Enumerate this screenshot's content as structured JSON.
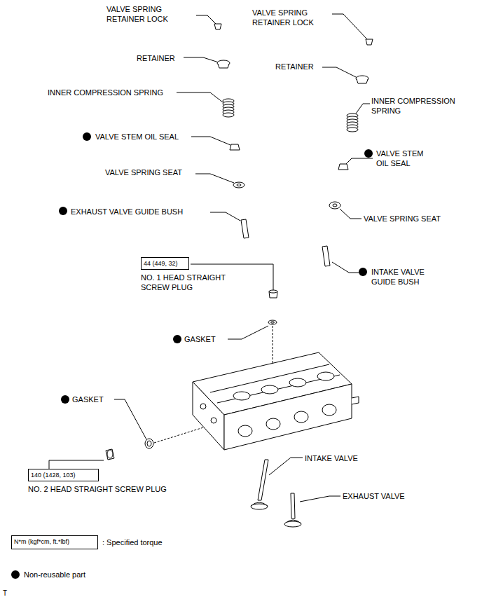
{
  "diagram": {
    "nodes": [
      {
        "text": [
          "44 (449, 32)"
        ]
      },
      {
        "text": [
          "140 (1428, 103)"
        ]
      },
      {
        "text": [
          "N*m (kgf*cm, ft.*lbf)"
        ]
      }
    ],
    "labels": [
      "VALVE SPRING RETAINER LOCK",
      "VALVE SPRING RETAINER LOCK",
      "RETAINER",
      "RETAINER",
      "INNER COMPRESSION SPRING",
      "INNER COMPRESSION SPRING",
      "VALVE STEM OIL SEAL",
      "VALVE STEM OIL SEAL",
      "VALVE SPRING SEAT",
      "EXHAUST VALVE GUIDE BUSH",
      "VALVE SPRING SEAT",
      "NO. 1 HEAD STRAIGHT SCREW PLUG",
      "INTAKE VALVE GUIDE BUSH",
      "GASKET",
      "GASKET",
      "NO. 2 HEAD STRAIGHT SCREW PLUG",
      "INTAKE VALVE",
      "EXHAUST VALVE",
      "T"
    ],
    "legend": [
      {
        "text": ": Specified torque"
      },
      {
        "text": "Non-reusable part",
        "color": "#000000"
      }
    ]
  }
}
